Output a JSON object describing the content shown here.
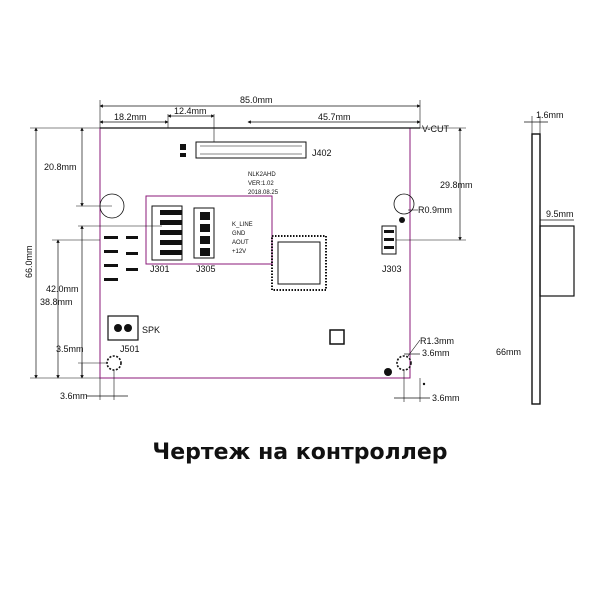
{
  "dimensions": {
    "overall_width": "85.0mm",
    "left_to_j402": "18.2mm",
    "j402_offset": "12.4mm",
    "right_to_j402": "45.7mm",
    "top_to_hole": "20.8mm",
    "height_total": "66.0mm",
    "mid_height": "42.0mm",
    "lower_height": "38.8mm",
    "bottom_hole": "3.5mm",
    "bottom_left_hole": "3.6mm",
    "bottom_right_hole": "3.6mm",
    "right_hole_height": "29.8mm",
    "right_hole_radius": "R0.9mm",
    "corner_radius": "R1.3mm",
    "corner_offset": "3.6mm",
    "side_thickness": "1.6mm",
    "side_depth": "9.5mm",
    "side_height": "66mm"
  },
  "labels": {
    "vcut": "V-CUT",
    "j402": "J402",
    "j301": "J301",
    "j305": "J305",
    "j303": "J303",
    "j501": "J501",
    "spk": "SPK",
    "board_name": "NLK2AHD",
    "board_ver": "VER:1.02",
    "board_date": "2018.08.25",
    "pin_k_line": "K_LINE",
    "pin_gnd": "GND",
    "pin_aout": "AOUT",
    "pin_12v": "+12V"
  },
  "caption": "Чертеж на контроллер",
  "colors": {
    "outline": "#8b1a7a",
    "lines": "#111111"
  }
}
